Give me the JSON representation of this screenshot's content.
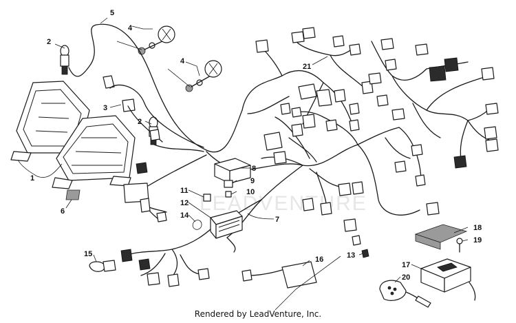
{
  "footer": {
    "credit": "Rendered by LeadVenture, Inc."
  },
  "watermark": {
    "text": "LEADVENTURE"
  },
  "callouts": {
    "c1": "1",
    "c2a": "2",
    "c2b": "2",
    "c3": "3",
    "c4a": "4",
    "c4b": "4",
    "c5": "5",
    "c6": "6",
    "c7": "7",
    "c8": "8",
    "c9": "9",
    "c10": "10",
    "c11": "11",
    "c12": "12",
    "c13": "13",
    "c14": "14",
    "c15": "15",
    "c16": "16",
    "c17": "17",
    "c18": "18",
    "c19": "19",
    "c20": "20",
    "c21": "21"
  }
}
